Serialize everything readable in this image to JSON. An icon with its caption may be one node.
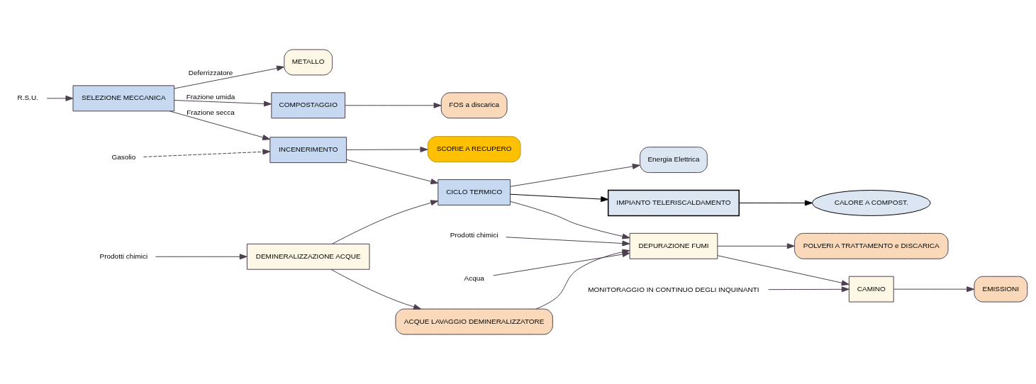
{
  "diagram": {
    "nodes": [
      {
        "text": [
          "R.S.U."
        ]
      },
      {
        "text": [
          "SELEZIONE MECCANICA"
        ]
      },
      {
        "text": [
          "INCENERIMENTO"
        ]
      },
      {
        "text": [
          "Gasolio"
        ]
      },
      {
        "text": [
          "Prodotti chimici"
        ]
      },
      {
        "text": [
          "DEMINERALIZZAZIONE ACQUE"
        ]
      },
      {
        "text": [
          "ACQUE LAVAGGIO DEMINERALIZZATORE"
        ]
      },
      {
        "text": [
          "CICLO TERMICO"
        ]
      },
      {
        "text": [
          "Prodotti chimici"
        ]
      },
      {
        "text": [
          "Acqua"
        ]
      },
      {
        "text": [
          "DEPURAZIONE FUMI"
        ]
      },
      {
        "text": [
          "MONITORAGGIO IN CONTINUO DEGLI INQUINANTI"
        ]
      },
      {
        "text": [
          "CAMINO"
        ]
      },
      {
        "text": [
          "EMISSIONI"
        ]
      },
      {
        "text": [
          "SCORIE A RECUPERO"
        ]
      },
      {
        "text": [
          "Energia Elettrica"
        ]
      },
      {
        "text": [
          "POLVERI A TRATTAMENTO e DISCARICA"
        ]
      },
      {
        "text": [
          "METALLO"
        ]
      },
      {
        "text": [
          "COMPOSTAGGIO"
        ]
      },
      {
        "text": [
          "FOS a discarica"
        ]
      },
      {
        "text": [
          "IMPIANTO TELERISCALDAMENTO"
        ]
      },
      {
        "text": [
          "CALORE A COMPOST."
        ]
      }
    ],
    "edges": [
      {
        "from": 0,
        "to": 1,
        "arrow": "to"
      },
      {
        "from": 1,
        "to": 2,
        "arrow": "to",
        "label": "Frazione secca"
      },
      {
        "from": 3,
        "to": 2,
        "arrow": "to",
        "style": "dashed"
      },
      {
        "from": 4,
        "to": 5,
        "arrow": "to"
      },
      {
        "from": 5,
        "to": 6,
        "arrow": "to"
      },
      {
        "from": 5,
        "to": 7,
        "arrow": "to"
      },
      {
        "from": 2,
        "to": 7,
        "arrow": "to"
      },
      {
        "from": 7,
        "to": 10,
        "arrow": "to"
      },
      {
        "from": 8,
        "to": 10,
        "arrow": "to"
      },
      {
        "from": 6,
        "to": 10,
        "arrow": "to"
      },
      {
        "from": 9,
        "to": 10,
        "arrow": "to"
      },
      {
        "from": 10,
        "to": 12,
        "arrow": "to"
      },
      {
        "from": 11,
        "to": 12,
        "arrow": "to"
      },
      {
        "from": 12,
        "to": 13,
        "arrow": "to"
      },
      {
        "from": 2,
        "to": 14,
        "arrow": "to"
      },
      {
        "from": 7,
        "to": 15,
        "arrow": "to"
      },
      {
        "from": 10,
        "to": 16,
        "arrow": "to"
      },
      {
        "from": 1,
        "to": 17,
        "arrow": "to",
        "label": "Deferrizzatore"
      },
      {
        "from": 1,
        "to": 18,
        "arrow": "to",
        "label": "Frazione umida"
      },
      {
        "from": 18,
        "to": 19,
        "arrow": "to"
      },
      {
        "from": 7,
        "to": 20,
        "arrow": "to",
        "color": "#000000"
      },
      {
        "from": 20,
        "to": 21,
        "arrow": "to",
        "color": "#000000"
      }
    ]
  }
}
